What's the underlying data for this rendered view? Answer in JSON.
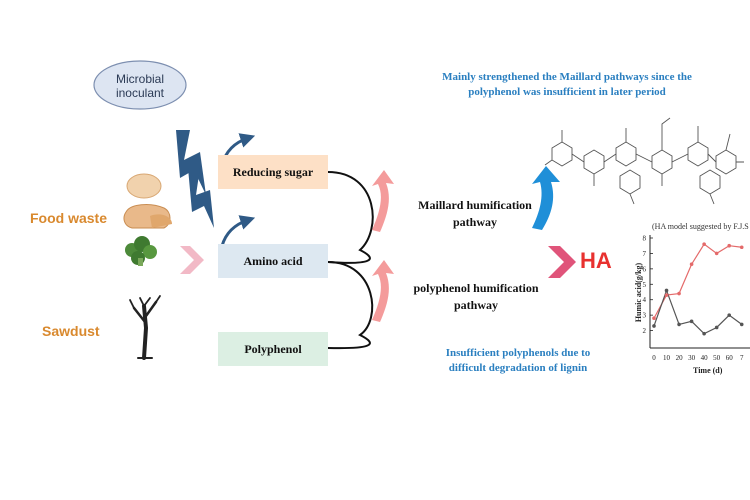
{
  "inoculant": "Microbial inoculant",
  "food_waste": "Food waste",
  "sawdust": "Sawdust",
  "reducing_sugar": "Reducing sugar",
  "amino_acid": "Amino acid",
  "polyphenol": "Polyphenol",
  "maillard_pathway": "Maillard humification pathway",
  "polyphenol_pathway": "polyphenol humification pathway",
  "top_note": "Mainly strengthened the Maillard pathways since the polyphenol was insufficient in later period",
  "bottom_note": "Insufficient polyphenols due to difficult degradation of lignin",
  "ha": "HA",
  "ha_model": "(HA model suggested by F.J.S",
  "colors": {
    "blue_text": "#2a7fc0",
    "orange_text": "#d9892e",
    "red_text": "#e8312f",
    "reducing_sugar_box": "#fde0c6",
    "amino_acid_box": "#dde8f1",
    "polyphenol_box": "#dcefe3",
    "chevron_pink": "#f2b9c6",
    "chevron_magenta": "#e0547a",
    "curve_arrow": "#f28a8a",
    "lightning": "#2f5a86",
    "up_arrow": "#1f8fd8"
  },
  "chart_data": {
    "type": "line",
    "xlabel": "Time (d)",
    "ylabel": "Humic acid(g/kg)",
    "xlim": [
      0,
      75
    ],
    "ylim": [
      1,
      8
    ],
    "xticks": [
      "0",
      "10",
      "20",
      "30",
      "40",
      "50",
      "60",
      "7"
    ],
    "yticks": [
      "2",
      "3",
      "4",
      "5",
      "6",
      "7",
      "8"
    ],
    "series": [
      {
        "color": "#e46a6a",
        "x": [
          0,
          10,
          20,
          30,
          40,
          50,
          60,
          70
        ],
        "y": [
          2.8,
          4.3,
          4.4,
          6.3,
          7.6,
          7.0,
          7.5,
          7.4
        ]
      },
      {
        "color": "#555555",
        "x": [
          0,
          10,
          20,
          30,
          40,
          50,
          60,
          70
        ],
        "y": [
          2.3,
          4.6,
          2.4,
          2.6,
          1.8,
          2.2,
          3.0,
          2.4
        ]
      }
    ]
  }
}
